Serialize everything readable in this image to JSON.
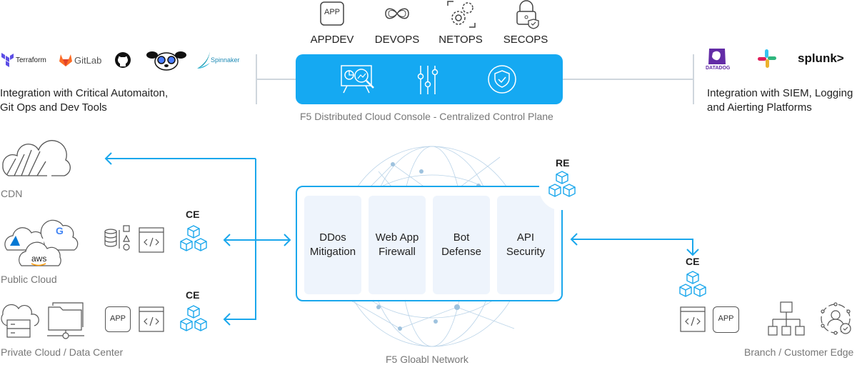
{
  "roles": [
    {
      "label": "APPDEV",
      "icon": "app-icon",
      "icon_text": "APP"
    },
    {
      "label": "DEVOPS",
      "icon": "infinity-icon"
    },
    {
      "label": "NETOPS",
      "icon": "gears-icon"
    },
    {
      "label": "SECOPS",
      "icon": "lock-shield-icon"
    }
  ],
  "console": {
    "caption": "F5 Distributed Cloud Console - Centralized Control Plane",
    "icons": [
      "analytics-icon",
      "sliders-icon",
      "shield-check-icon"
    ],
    "color": "#15a9f2"
  },
  "left_integration": {
    "logos": [
      {
        "name": "Terraform",
        "text": "Terraform"
      },
      {
        "name": "GitLab",
        "text": "GitLab"
      },
      {
        "name": "GitHub",
        "text": ""
      },
      {
        "name": "Dog mascot",
        "text": ""
      },
      {
        "name": "Spinnaker",
        "text": "Spinnaker"
      }
    ],
    "text_line1": "Integration with Critical Automaiton,",
    "text_line2": "Git Ops and Dev Tools"
  },
  "right_integration": {
    "logos": [
      {
        "name": "Datadog",
        "text": "DATADOG"
      },
      {
        "name": "Slack",
        "text": ""
      },
      {
        "name": "Splunk",
        "text": "splunk>"
      }
    ],
    "text_line1": "Integration with SIEM, Logging",
    "text_line2": "and Aierting Platforms"
  },
  "left_sites": [
    {
      "label": "CDN"
    },
    {
      "label": "Public Cloud",
      "node": "CE"
    },
    {
      "label": "Private Cloud / Data Center",
      "node": "CE",
      "app_text": "APP"
    }
  ],
  "services": [
    {
      "line1": "DDos",
      "line2": "Mitigation"
    },
    {
      "line1": "Web App",
      "line2": "Firewall"
    },
    {
      "line1": "Bot",
      "line2": "Defense"
    },
    {
      "line1": "API",
      "line2": "Security"
    }
  ],
  "regional_edge": {
    "label": "RE"
  },
  "network_caption": "F5 Gloabl Network",
  "right_site": {
    "node": "CE",
    "app_text": "APP",
    "label": "Branch / Customer Edge"
  },
  "colors": {
    "accent": "#1aa7ec",
    "service_bg": "#eef4fc",
    "caption": "#777777"
  }
}
